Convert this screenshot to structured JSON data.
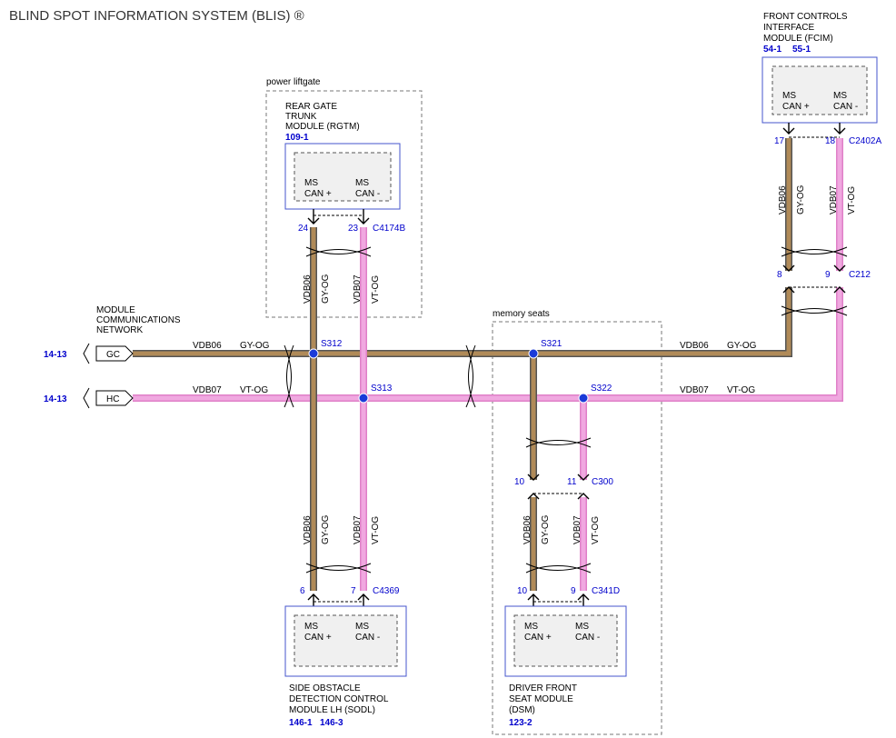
{
  "title": "BLIND SPOT INFORMATION SYSTEM (BLIS) ®",
  "groups": {
    "power_liftgate": "power liftgate",
    "memory_seats": "memory seats"
  },
  "network": {
    "label": [
      "MODULE",
      "COMMUNICATIONS",
      "NETWORK"
    ],
    "gc": {
      "ref": "14-13",
      "tag": "GC",
      "circuit": "VDB06",
      "color": "GY-OG"
    },
    "hc": {
      "ref": "14-13",
      "tag": "HC",
      "circuit": "VDB07",
      "color": "VT-OG"
    }
  },
  "modules": {
    "fcim": {
      "name": [
        "FRONT CONTROLS",
        "INTERFACE",
        "MODULE (FCIM)"
      ],
      "refs": [
        "54-1",
        "55-1"
      ],
      "pins": [
        {
          "l1": "MS",
          "l2": "CAN +"
        },
        {
          "l1": "MS",
          "l2": "CAN -"
        }
      ]
    },
    "rgtm": {
      "name": [
        "REAR GATE",
        "TRUNK",
        "MODULE (RGTM)"
      ],
      "refs": [
        "109-1"
      ],
      "pins": [
        {
          "l1": "MS",
          "l2": "CAN +"
        },
        {
          "l1": "MS",
          "l2": "CAN -"
        }
      ]
    },
    "sodl": {
      "name": [
        "SIDE OBSTACLE",
        "DETECTION CONTROL",
        "MODULE LH (SODL)"
      ],
      "refs": [
        "146-1",
        "146-3"
      ],
      "pins": [
        {
          "l1": "MS",
          "l2": "CAN +"
        },
        {
          "l1": "MS",
          "l2": "CAN -"
        }
      ]
    },
    "dsm": {
      "name": [
        "DRIVER FRONT",
        "SEAT MODULE",
        "(DSM)"
      ],
      "refs": [
        "123-2"
      ],
      "pins": [
        {
          "l1": "MS",
          "l2": "CAN +"
        },
        {
          "l1": "MS",
          "l2": "CAN -"
        }
      ]
    }
  },
  "connectors": {
    "c2402a": {
      "name": "C2402A",
      "pin_a": "17",
      "pin_b": "18"
    },
    "c212": {
      "name": "C212",
      "pin_a": "8",
      "pin_b": "9"
    },
    "c4174b": {
      "name": "C4174B",
      "pin_a": "24",
      "pin_b": "23"
    },
    "c4369": {
      "name": "C4369",
      "pin_a": "6",
      "pin_b": "7"
    },
    "c300": {
      "name": "C300",
      "pin_a": "10",
      "pin_b": "11"
    },
    "c341d": {
      "name": "C341D",
      "pin_a": "10",
      "pin_b": "9"
    }
  },
  "splices": {
    "s312": "S312",
    "s313": "S313",
    "s321": "S321",
    "s322": "S322"
  },
  "wires": {
    "circuit_plus": "VDB06",
    "color_plus": "GY-OG",
    "circuit_minus": "VDB07",
    "color_minus": "VT-OG"
  },
  "colors": {
    "wire_plus": "#b08a58",
    "wire_minus": "#f0a8e0",
    "splice": "#1a3ad8",
    "module_border": "#4455cc",
    "label_blue": "#0000cc"
  }
}
